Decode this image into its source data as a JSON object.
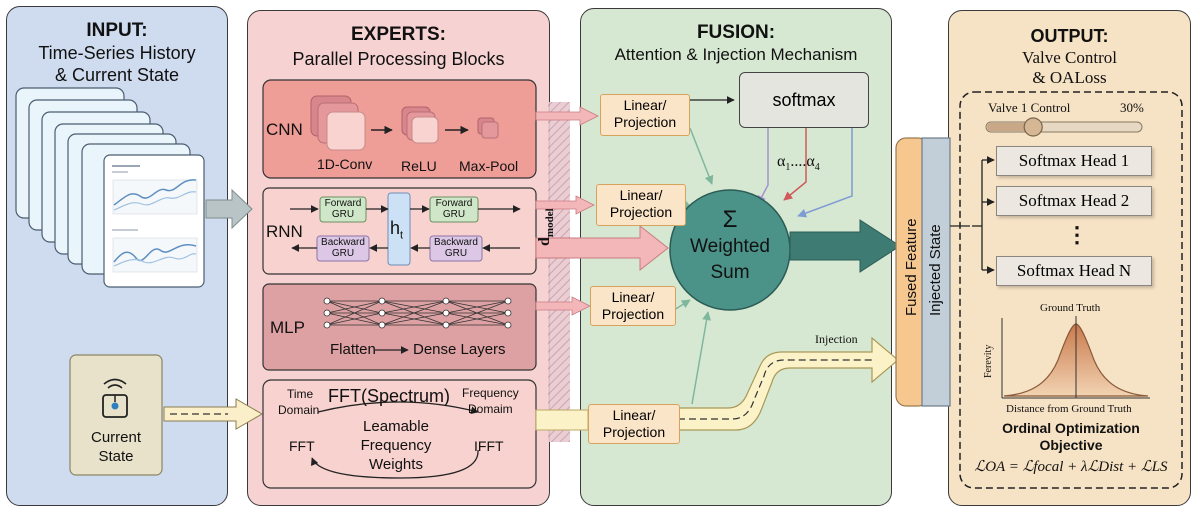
{
  "input": {
    "title": "INPUT:",
    "subtitle_line1": "Time-Series History",
    "subtitle_line2": "& Current State",
    "current_state_line1": "Current",
    "current_state_line2": "State"
  },
  "experts": {
    "title": "EXPERTS:",
    "subtitle": "Parallel Processing Blocks",
    "cnn": {
      "label": "CNN",
      "conv": "1D-Conv",
      "relu": "ReLU",
      "pool": "Max-Pool"
    },
    "rnn": {
      "label": "RNN",
      "fwd1": "Forward",
      "fwd2": "GRU",
      "bwd1": "Backward",
      "bwd2": "GRU",
      "h": "h",
      "h_sub": "t"
    },
    "mlp": {
      "label": "MLP",
      "caption_left": "Flatten",
      "caption_right": "Dense Layers"
    },
    "fft": {
      "title": "FFT(Spectrum)",
      "time_domain_1": "Time",
      "time_domain_2": "Domain",
      "freq_domain_1": "Frequency",
      "freq_domain_2": "Domaim",
      "fft": "FFT",
      "ifft": "IFFT",
      "learn1": "Leamable",
      "learn2": "Frequency",
      "learn3": "Weights"
    },
    "dmodel": "d",
    "dmodel_sub": "model"
  },
  "fusion": {
    "title": "FUSION:",
    "subtitle": "Attention & Injection Mechanism",
    "proj_line1": "Linear/",
    "proj_line2": "Projection",
    "softmax": "softmax",
    "alpha": "α",
    "alpha_sub1": "1",
    "alpha_dots": "....",
    "alpha_sub4": "4",
    "sigma": "Σ",
    "weighted": "Weighted",
    "sum": "Sum",
    "injection": "Injection"
  },
  "bars": {
    "fused": "Fused Feature",
    "injected": "Injected State"
  },
  "output": {
    "title": "OUTPUT:",
    "subtitle_line1": "Valve Control",
    "subtitle_line2": "& OALoss",
    "valve_label": "Valve 1 Control",
    "valve_value": "30%",
    "valve_fraction": 0.3,
    "heads": [
      "Softmax Head 1",
      "Softmax Head 2",
      "⋮",
      "Softmax Head N"
    ],
    "ground_truth": "Ground Truth",
    "y_axis": "Ferevity",
    "x_axis": "Distance from Ground Truth",
    "objective_line1": "Ordinal Optimization",
    "objective_line2": "Objective",
    "formula": "ℒOA = ℒfocal + λℒDist + ℒLS"
  },
  "colors": {
    "input_bg": "#cfdcef",
    "experts_bg": "#f6d3d2",
    "fusion_bg": "#d7e8d2",
    "output_bg": "#f6e2c4",
    "sum_node": "#4b9389",
    "proj_fill": "#fbe5c8"
  }
}
